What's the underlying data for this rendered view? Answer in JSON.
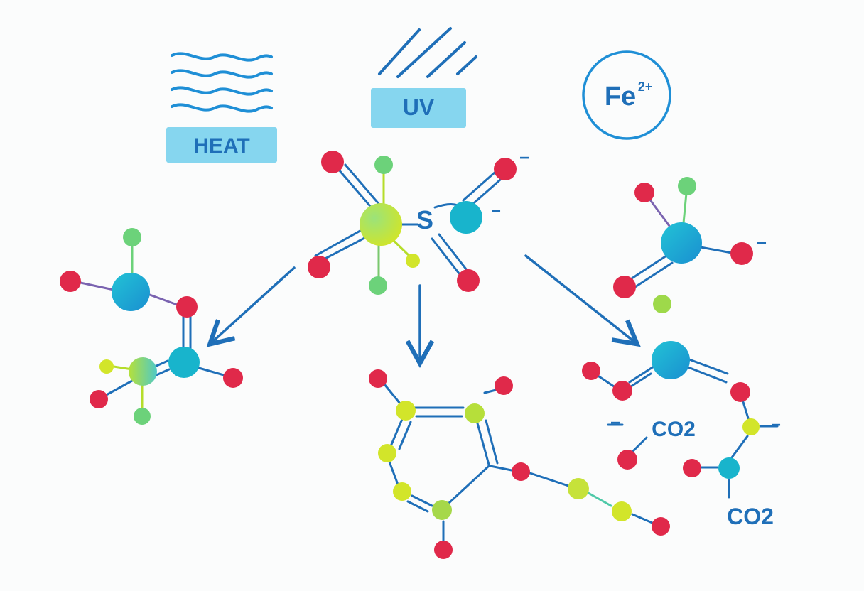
{
  "activators": {
    "heat": {
      "label": "HEAT"
    },
    "uv": {
      "label": "UV"
    },
    "iron": {
      "label": "Fe",
      "charge": "2+"
    }
  },
  "central_molecule": {
    "atom_label": "S",
    "charges": [
      "−",
      "−"
    ]
  },
  "right_top_molecule": {
    "charge": "−"
  },
  "products_right": {
    "co2_label_a": "CO2",
    "co2_label_b": "CO2",
    "charges": [
      "−",
      "−"
    ]
  },
  "colors": {
    "line": "#1f6fb8",
    "oxygen": "#e0294a",
    "green_atom": "#6cd27a",
    "yellow_atom": "#d2e52a",
    "teal_atom": "#18b4cc",
    "heat_box": "#86d6ef",
    "uv_box": "#86d6ef",
    "label_text": "#1f6fb8"
  }
}
